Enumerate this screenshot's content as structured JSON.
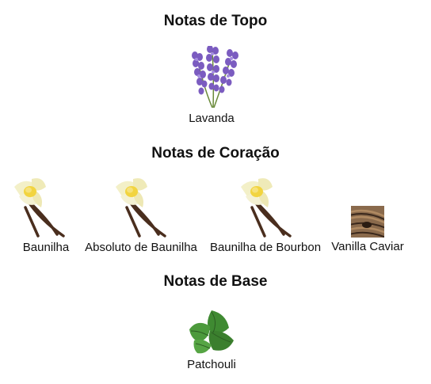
{
  "sections": {
    "top": {
      "title": "Notas de Topo",
      "notes": [
        {
          "label": "Lavanda",
          "icon": "lavender-icon"
        }
      ]
    },
    "heart": {
      "title": "Notas de Coração",
      "notes": [
        {
          "label": "Baunilha",
          "icon": "vanilla-flower-icon"
        },
        {
          "label": "Absoluto de Baunilha",
          "icon": "vanilla-flower-icon"
        },
        {
          "label": "Baunilha de Bourbon",
          "icon": "vanilla-flower-icon"
        },
        {
          "label": "Vanilla Caviar",
          "icon": "vanilla-caviar-icon"
        }
      ]
    },
    "base": {
      "title": "Notas de Base",
      "notes": [
        {
          "label": "Patchouli",
          "icon": "patchouli-leaf-icon"
        }
      ]
    }
  }
}
